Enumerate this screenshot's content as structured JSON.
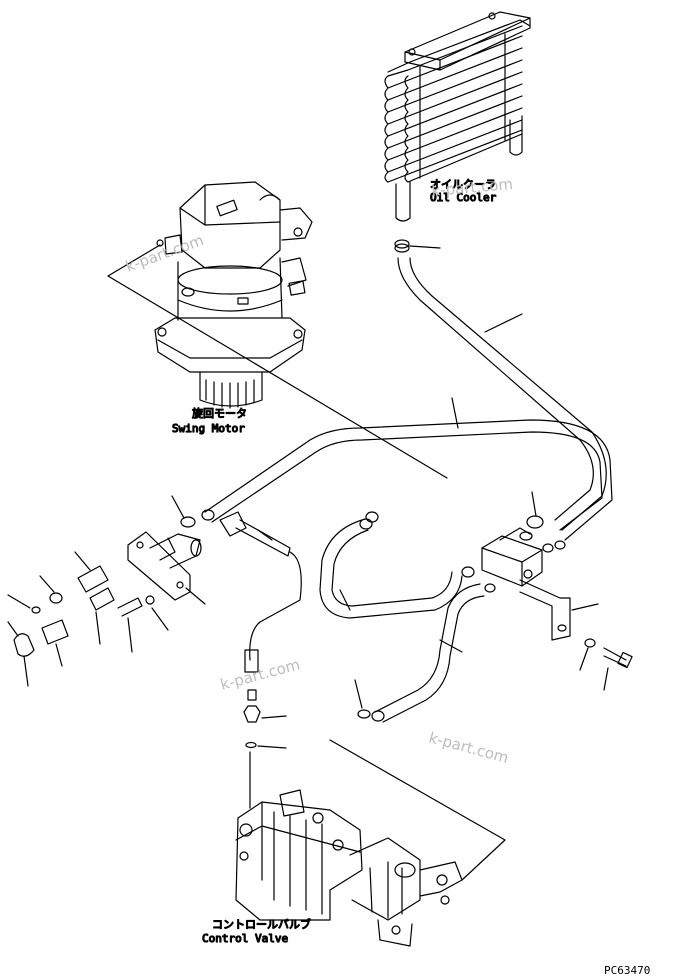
{
  "labels": {
    "oil_cooler_jp": "オイルクーラ",
    "oil_cooler_en": "Oil Cooler",
    "swing_motor_jp": "旋回モータ",
    "swing_motor_en": "Swing Motor",
    "control_valve_jp": "コントロールバルブ",
    "control_valve_en": "Control Valve"
  },
  "watermarks": [
    "k-part.com",
    "k-part.com",
    "k-part.com",
    "k-part.com"
  ],
  "figure_code": "PC63470"
}
